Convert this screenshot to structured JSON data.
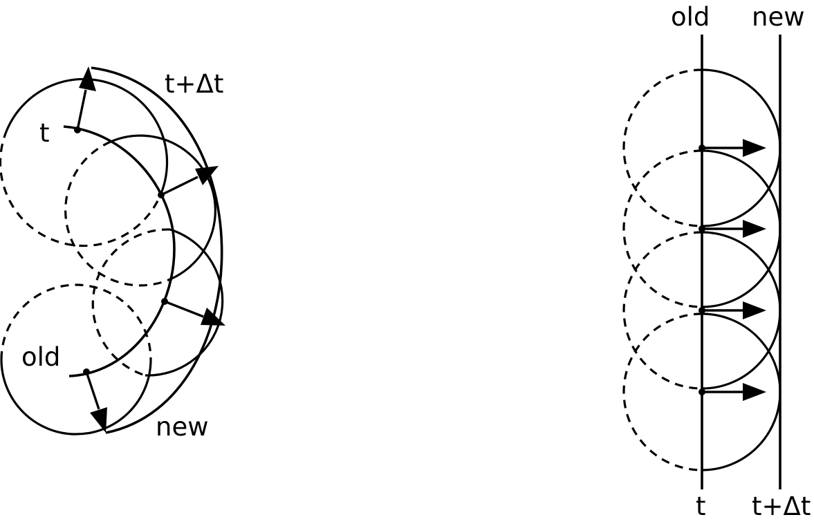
{
  "left_diagram": {
    "label_t": "t",
    "label_t_plus_dt": "t+Δt",
    "label_old": "old",
    "label_new": "new"
  },
  "right_diagram": {
    "label_old": "old",
    "label_new": "new",
    "label_t": "t",
    "label_t_plus_dt": "t+Δt"
  },
  "colors": {
    "stroke": "#000000",
    "background": "#ffffff"
  }
}
